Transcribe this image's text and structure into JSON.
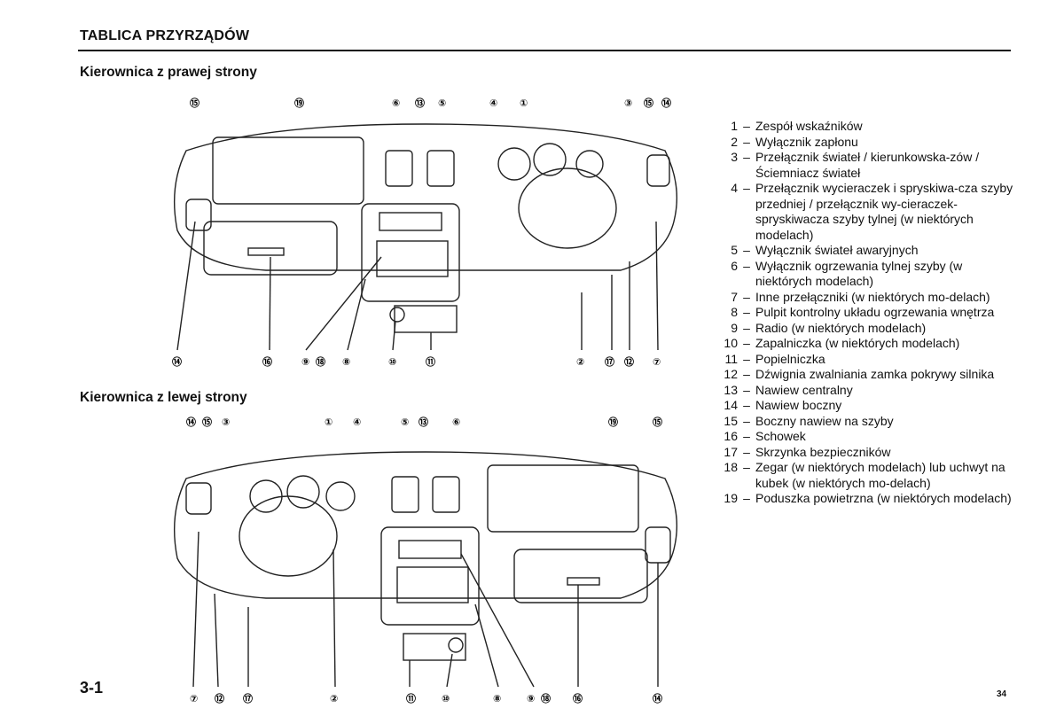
{
  "header": {
    "title": "TABLICA PRZYRZĄDÓW"
  },
  "sections": {
    "rhd_title": "Kierownica z prawej strony",
    "lhd_title": "Kierownica z lewej strony"
  },
  "diagram_rhd": {
    "top_callouts": [
      "⑮",
      "⑲",
      "⑥",
      "⑬",
      "⑤",
      "④",
      "①",
      "③",
      "⑮",
      "⑭"
    ],
    "bottom_callouts": [
      "⑭",
      "⑯",
      "⑨",
      "⑱",
      "⑧",
      "⑩",
      "⑪",
      "②",
      "⑰",
      "⑫",
      "⑦"
    ]
  },
  "diagram_lhd": {
    "top_callouts": [
      "⑭",
      "⑮",
      "③",
      "①",
      "④",
      "⑤",
      "⑬",
      "⑥",
      "⑲",
      "⑮"
    ],
    "bottom_callouts": [
      "⑦",
      "⑫",
      "⑰",
      "②",
      "⑪",
      "⑩",
      "⑧",
      "⑨",
      "⑱",
      "⑯",
      "⑭"
    ]
  },
  "legend": [
    {
      "num": "1",
      "text": "Zespół wskaźników"
    },
    {
      "num": "2",
      "text": "Wyłącznik zapłonu"
    },
    {
      "num": "3",
      "text": "Przełącznik świateł / kierunkowska-zów / Ściemniacz świateł"
    },
    {
      "num": "4",
      "text": "Przełącznik wycieraczek i spryskiwa-cza szyby przedniej / przełącznik wy-cieraczek-spryskiwacza szyby tylnej (w niektórych modelach)"
    },
    {
      "num": "5",
      "text": "Wyłącznik świateł awaryjnych"
    },
    {
      "num": "6",
      "text": "Wyłącznik ogrzewania tylnej szyby (w niektórych modelach)"
    },
    {
      "num": "7",
      "text": "Inne przełączniki (w niektórych mo-delach)"
    },
    {
      "num": "8",
      "text": "Pulpit kontrolny układu ogrzewania wnętrza"
    },
    {
      "num": "9",
      "text": "Radio (w niektórych modelach)"
    },
    {
      "num": "10",
      "text": "Zapalniczka (w niektórych modelach)"
    },
    {
      "num": "11",
      "text": "Popielniczka"
    },
    {
      "num": "12",
      "text": "Dźwignia zwalniania zamka pokrywy silnika"
    },
    {
      "num": "13",
      "text": "Nawiew centralny"
    },
    {
      "num": "14",
      "text": "Nawiew boczny"
    },
    {
      "num": "15",
      "text": "Boczny nawiew na szyby"
    },
    {
      "num": "16",
      "text": "Schowek"
    },
    {
      "num": "17",
      "text": "Skrzynka bezpieczników"
    },
    {
      "num": "18",
      "text": "Zegar (w niektórych modelach) lub uchwyt na kubek (w niektórych mo-delach)"
    },
    {
      "num": "19",
      "text": "Poduszka powietrzna (w niektórych modelach)"
    }
  ],
  "legend_dash": "–",
  "footer": {
    "section_ref": "3-1",
    "page_number": "34"
  }
}
